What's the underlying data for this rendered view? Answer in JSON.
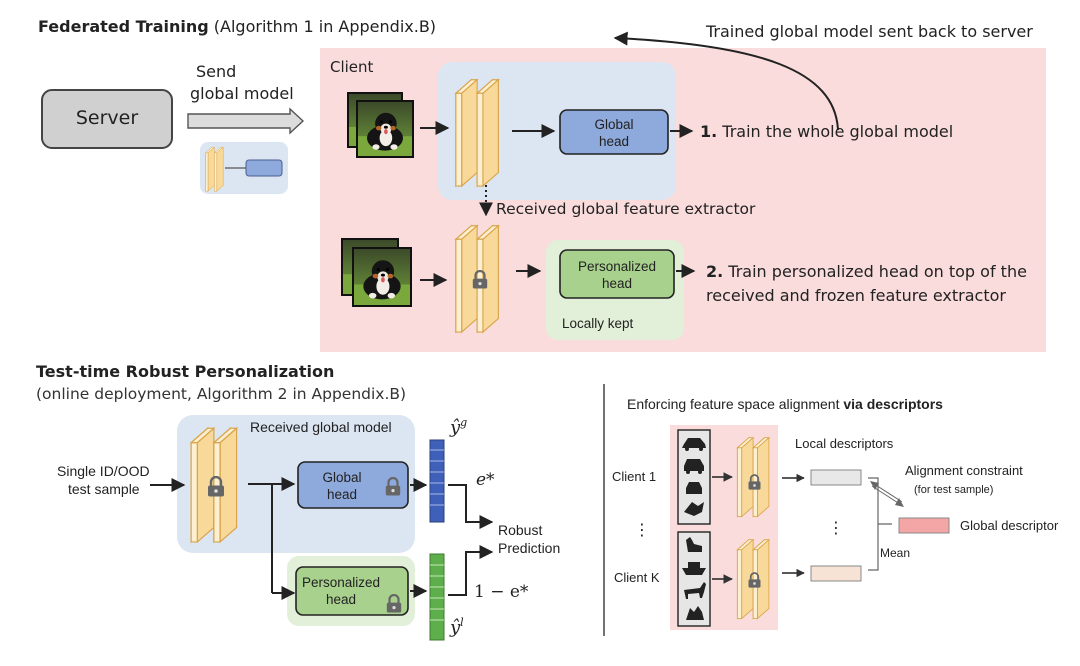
{
  "federated": {
    "title_bold": "Federated Training",
    "title_rest": " (Algorithm 1 in Appendix.B)",
    "trained_back": "Trained global model sent back to server",
    "server": "Server",
    "send_line1": "Send",
    "send_line2": "global model",
    "client": "Client",
    "global_head_line1": "Global",
    "global_head_line2": "head",
    "step1_num": "1.",
    "step1_text": " Train the whole global model",
    "received_extractor": "Received global feature extractor",
    "personalized_head_line1": "Personalized",
    "personalized_head_line2": "head",
    "locally_kept": "Locally kept",
    "step2_num": "2.",
    "step2_line1": " Train personalized head on top of the",
    "step2_line2": "received and frozen feature extractor"
  },
  "testtime": {
    "title": "Test-time Robust Personalization",
    "subtitle": "(online deployment, Algorithm 2 in Appendix.B)",
    "received_global_model": "Received global model",
    "input_line1": "Single ID/OOD",
    "input_line2": "test sample",
    "global_head_line1": "Global",
    "global_head_line2": "head",
    "personalized_head_line1": "Personalized",
    "personalized_head_line2": "head",
    "y_global": "ŷ",
    "y_global_sup": "g",
    "y_local": "ŷ",
    "y_local_sup": "l",
    "e_star": "e*",
    "one_minus_e": "1 − e*",
    "robust_line1": "Robust",
    "robust_line2": "Prediction"
  },
  "alignment": {
    "title_rest": "Enforcing feature space alignment ",
    "title_bold": "via descriptors",
    "local_descriptors": "Local descriptors",
    "client1": "Client 1",
    "clientK": "Client K",
    "vdots": "⋮",
    "alignment_line1": "Alignment constraint",
    "alignment_line2": "(for test sample)",
    "global_descriptor": "Global descriptor",
    "mean": "Mean"
  },
  "colors": {
    "client_bg": "#fadcdc",
    "blue_bg": "#dce6f2",
    "green_bg": "#e2efd9",
    "global_head": "#8ea9db",
    "personal_head": "#a9d18e",
    "server_box": "#d0d0d0",
    "extractor": "#fbe5b6",
    "blue_vec": "#3f60b8",
    "green_vec": "#5fae4c",
    "global_desc": "#f4a6a6"
  },
  "icons": [
    "dog-image",
    "lock-icon",
    "car-icon",
    "bird-icon",
    "ship-icon",
    "horse-icon",
    "cat-icon"
  ]
}
